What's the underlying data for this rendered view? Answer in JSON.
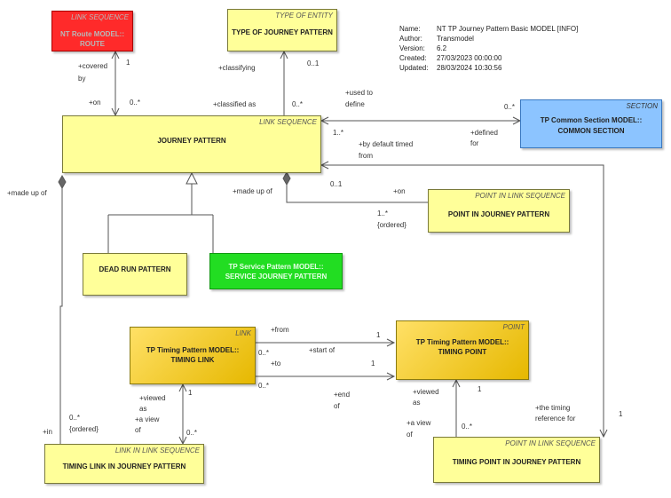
{
  "info": {
    "name_key": "Name:",
    "name_val": "NT TP Journey Pattern Basic MODEL [INFO]",
    "author_key": "Author:",
    "author_val": "Transmodel",
    "version_key": "Version:",
    "version_val": "6.2",
    "created_key": "Created:",
    "created_val": "27/03/2023 00:00:00",
    "updated_key": "Updated:",
    "updated_val": "28/03/2024 10:30:56"
  },
  "boxes": {
    "route": {
      "stereo": "LINK SEQUENCE",
      "line1": "NT Route MODEL::",
      "line2": "ROUTE"
    },
    "type_jp": {
      "stereo": "TYPE OF ENTITY",
      "line1": "TYPE OF JOURNEY PATTERN"
    },
    "jp": {
      "stereo": "LINK SEQUENCE",
      "line1": "JOURNEY PATTERN"
    },
    "section": {
      "stereo": "SECTION",
      "line1": "TP Common Section MODEL::",
      "line2": "COMMON SECTION"
    },
    "pijp": {
      "stereo": "POINT IN LINK SEQUENCE",
      "line1": "POINT IN JOURNEY PATTERN"
    },
    "dead_run": {
      "line1": "DEAD RUN PATTERN"
    },
    "sjp": {
      "line1": "TP Service Pattern MODEL::",
      "line2": "SERVICE JOURNEY PATTERN"
    },
    "timing_link": {
      "stereo": "LINK",
      "line1": "TP Timing Pattern MODEL::",
      "line2": "TIMING LINK"
    },
    "timing_point": {
      "stereo": "POINT",
      "line1": "TP Timing Pattern MODEL::",
      "line2": "TIMING POINT"
    },
    "tljp": {
      "stereo": "LINK IN LINK SEQUENCE",
      "line1": "TIMING LINK IN JOURNEY PATTERN"
    },
    "tpjp": {
      "stereo": "POINT IN LINK SEQUENCE",
      "line1": "TIMING POINT IN JOURNEY PATTERN"
    }
  },
  "labels": {
    "covered_by_1": "+covered",
    "covered_by_2": "by",
    "covered_mult": "1",
    "on_route": "+on",
    "on_route_mult": "0..*",
    "classifying": "+classifying",
    "classifying_mult": "0..1",
    "classified_as": "+classified as",
    "classified_as_mult": "0..*",
    "used_to_1": "+used to",
    "used_to_2": "define",
    "used_to_mult": "1..*",
    "defined_for_1": "+defined",
    "defined_for_2": "for",
    "defined_for_mult": "0..*",
    "default_timed_1": "+by default timed",
    "default_timed_2": "from",
    "made_up_of_pijp": "+made up of",
    "made_up_of_pijp_mult": "0..1",
    "on_pijp": "+on",
    "on_pijp_mult": "1..*",
    "on_pijp_ordered": "{ordered}",
    "made_up_of_left": "+made up of",
    "from": "+from",
    "from_mult_left": "0..*",
    "from_mult_right": "1",
    "start_of": "+start of",
    "to": "+to",
    "to_mult_left": "0..*",
    "to_mult_right": "1",
    "end_of_1": "+end",
    "end_of_2": "of",
    "viewed_as_tl_1": "+viewed",
    "viewed_as_tl_2": "as",
    "viewed_as_tl_mult": "1",
    "view_of_tl_1": "+a view",
    "view_of_tl_2": "of",
    "view_of_tl_mult": "0..*",
    "viewed_as_tp_1": "+viewed",
    "viewed_as_tp_2": "as",
    "viewed_as_tp_mult": "1",
    "view_of_tp_1": "+a view",
    "view_of_tp_2": "of",
    "view_of_tp_mult": "0..*",
    "timing_ref_1": "+the timing",
    "timing_ref_2": "reference for",
    "timing_ref_mult": "1",
    "in": "+in",
    "in_mult": "0..*",
    "in_ordered": "{ordered}"
  }
}
